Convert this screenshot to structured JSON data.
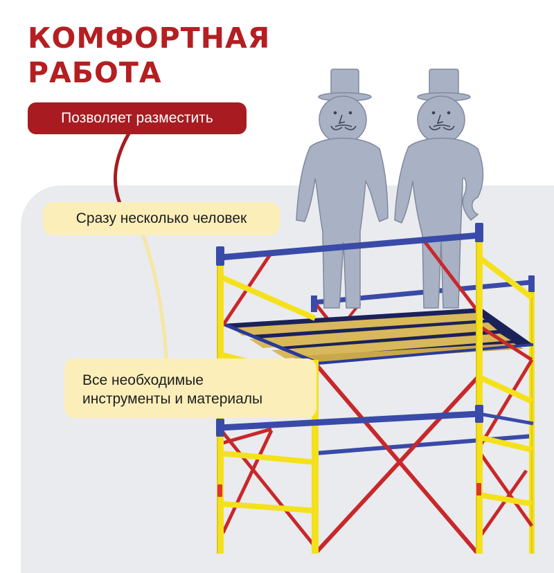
{
  "headline": {
    "line1": "КОМФОРТНАЯ",
    "line2": "РАБОТА"
  },
  "callouts": {
    "primary": "Позволяет разместить",
    "item1": "Сразу несколько человек",
    "item2_line1": "Все необходимые",
    "item2_line2": "инструменты и материалы"
  },
  "colors": {
    "brand_red": "#b41f22",
    "callout_cream": "#fbeeb9",
    "frame_yellow": "#f4e11c",
    "brace_red": "#c8282b",
    "rail_blue": "#3a4aa8",
    "figure_gray": "#a9b1c4"
  }
}
